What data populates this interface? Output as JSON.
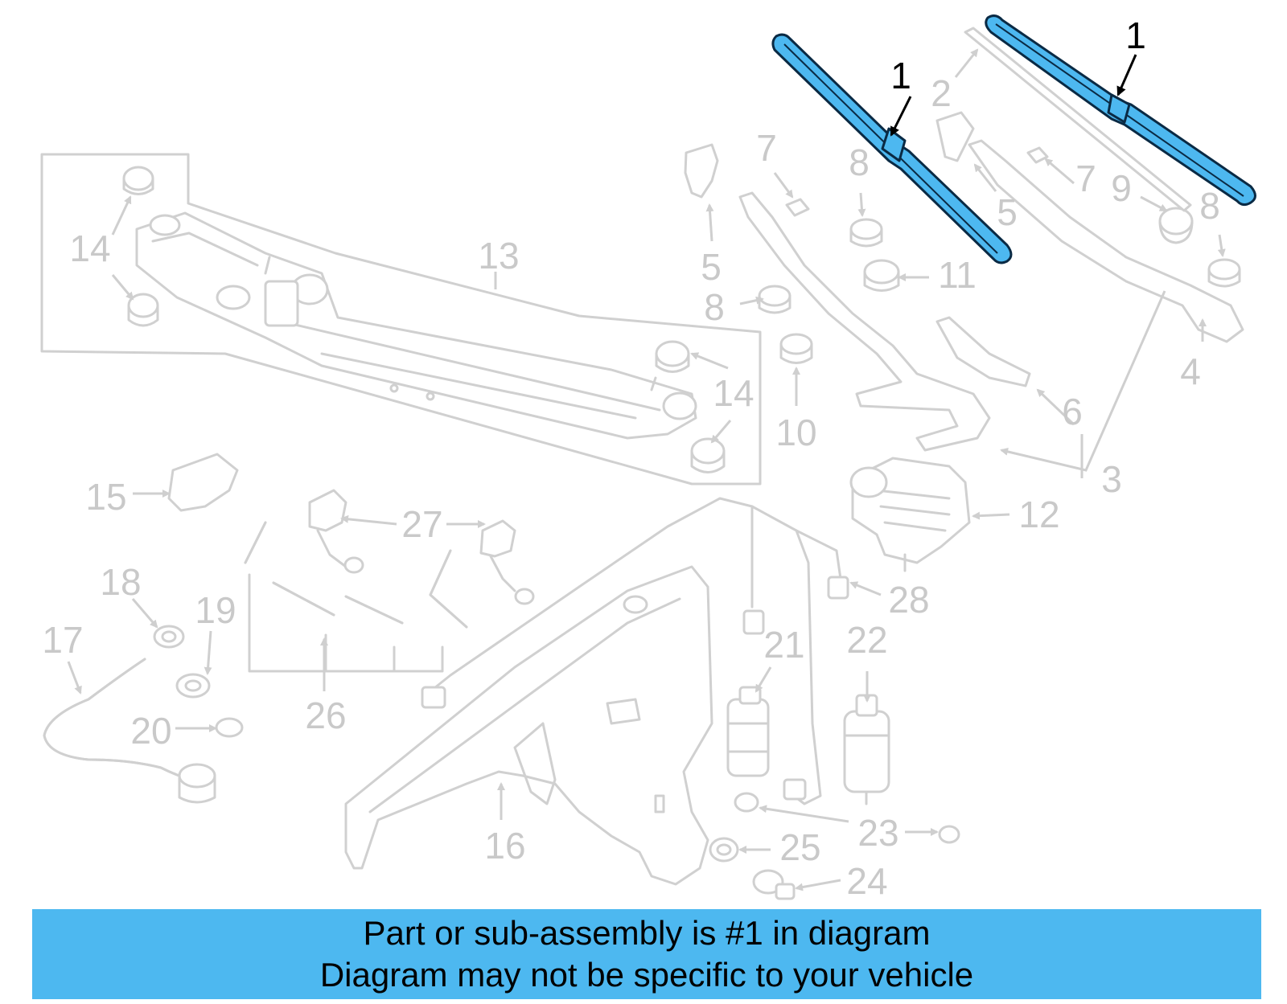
{
  "diagram": {
    "callouts": {
      "c1a": "1",
      "c1b": "1",
      "c2": "2",
      "c3": "3",
      "c4": "4",
      "c5a": "5",
      "c5b": "5",
      "c6": "6",
      "c7a": "7",
      "c7b": "7",
      "c8a": "8",
      "c8b": "8",
      "c8c": "8",
      "c9": "9",
      "c10": "10",
      "c11": "11",
      "c12": "12",
      "c13": "13",
      "c14a": "14",
      "c14b": "14",
      "c15": "15",
      "c16": "16",
      "c17": "17",
      "c18": "18",
      "c19": "19",
      "c20": "20",
      "c21": "21",
      "c22": "22",
      "c23": "23",
      "c24": "24",
      "c25": "25",
      "c26": "26",
      "c27": "27",
      "c28": "28"
    },
    "highlighted_part": "1",
    "highlight_color": "#4db8f0"
  },
  "banner": {
    "line1": "Part or sub-assembly is #1 in diagram",
    "line2": "Diagram may not be specific to your vehicle"
  }
}
